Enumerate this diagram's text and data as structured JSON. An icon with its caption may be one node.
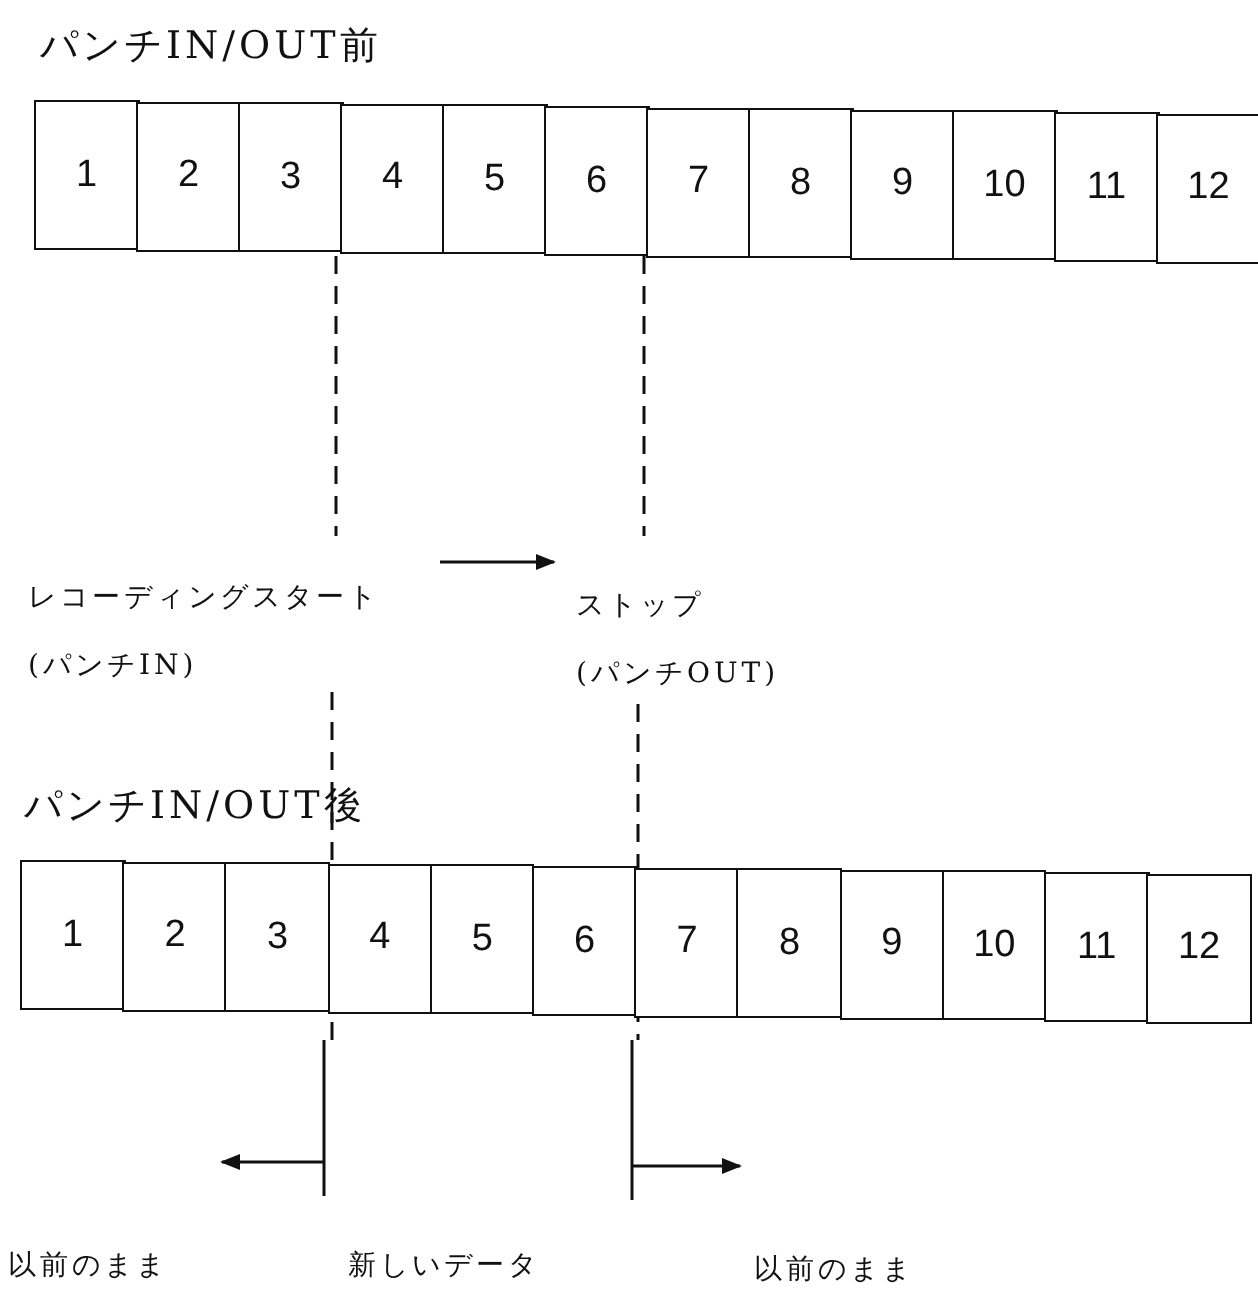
{
  "diagram": {
    "nodes": [
      {
        "text": [
          "1"
        ]
      },
      {
        "text": [
          "2"
        ]
      },
      {
        "text": [
          "3"
        ]
      },
      {
        "text": [
          "4"
        ]
      },
      {
        "text": [
          "5"
        ]
      },
      {
        "text": [
          "6"
        ]
      },
      {
        "text": [
          "7"
        ]
      },
      {
        "text": [
          "8"
        ]
      },
      {
        "text": [
          "9"
        ]
      },
      {
        "text": [
          "10"
        ]
      },
      {
        "text": [
          "11"
        ]
      },
      {
        "text": [
          "12"
        ]
      },
      {
        "text": [
          "1"
        ]
      },
      {
        "text": [
          "2"
        ]
      },
      {
        "text": [
          "3"
        ]
      },
      {
        "text": [
          "4"
        ]
      },
      {
        "text": [
          "5"
        ]
      },
      {
        "text": [
          "6"
        ]
      },
      {
        "text": [
          "7"
        ]
      },
      {
        "text": [
          "8"
        ]
      },
      {
        "text": [
          "9"
        ]
      },
      {
        "text": [
          "10"
        ]
      },
      {
        "text": [
          "11"
        ]
      },
      {
        "text": [
          "12"
        ]
      }
    ],
    "labels": [
      "パンチIN/OUT前",
      "レコーディングスタート(パンチIN)",
      "ストップ(パンチOUT)",
      "パンチIN/OUT後",
      "以前のまま",
      "新しいデータ",
      "以前のまま"
    ]
  }
}
